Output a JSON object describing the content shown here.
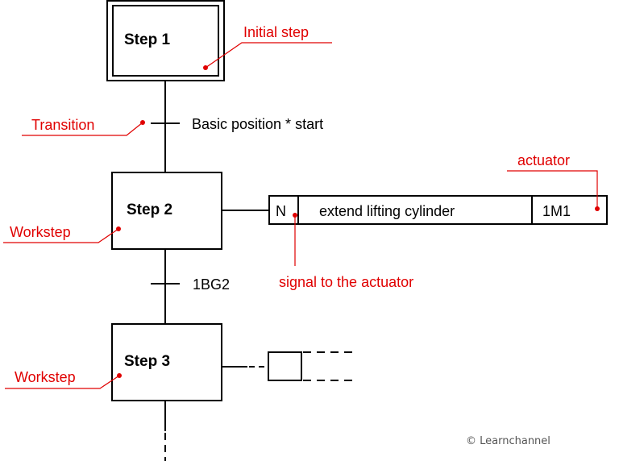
{
  "steps": {
    "step1": "Step 1",
    "step2": "Step 2",
    "step3": "Step 3"
  },
  "transitions": {
    "t1": "Basic position *  start",
    "t2": "1BG2"
  },
  "action": {
    "qualifier": "N",
    "text": "extend lifting cylinder",
    "actuator_id": "1M1"
  },
  "annotations": {
    "initial_step": "Initial step",
    "transition": "Transition",
    "workstep_1": "Workstep",
    "actuator": "actuator",
    "signal": "signal to the actuator",
    "workstep_2": "Workstep"
  },
  "colors": {
    "annotation": "#e00000",
    "lines": "#000000"
  },
  "copyright": "© Learnchannel"
}
